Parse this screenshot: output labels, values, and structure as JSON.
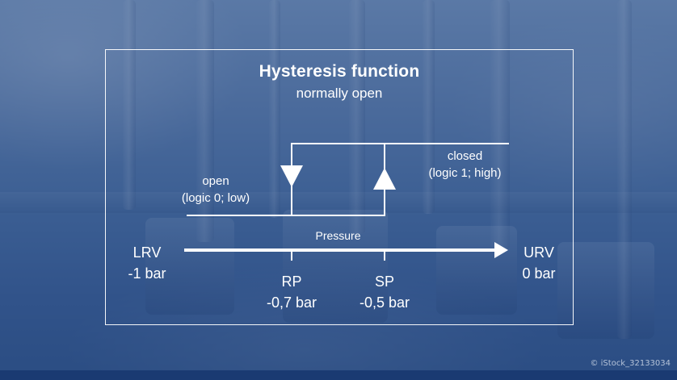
{
  "slide": {
    "watermark": "© iStock_32133034"
  },
  "diagram": {
    "title": "Hysteresis function",
    "subtitle": "normally open",
    "open_state": {
      "label": "open",
      "logic": "(logic 0; low)"
    },
    "closed_state": {
      "label": "closed",
      "logic": "(logic 1; high)"
    },
    "axis_label": "Pressure",
    "lrv": {
      "name": "LRV",
      "value": "-1 bar"
    },
    "urv": {
      "name": "URV",
      "value": "0 bar"
    },
    "rp": {
      "name": "RP",
      "value": "-0,7 bar"
    },
    "sp": {
      "name": "SP",
      "value": "-0,5 bar"
    },
    "colors": {
      "line": "#ffffff",
      "overlay_blue": "#214682",
      "bottom_bar": "#1a3a72"
    }
  }
}
